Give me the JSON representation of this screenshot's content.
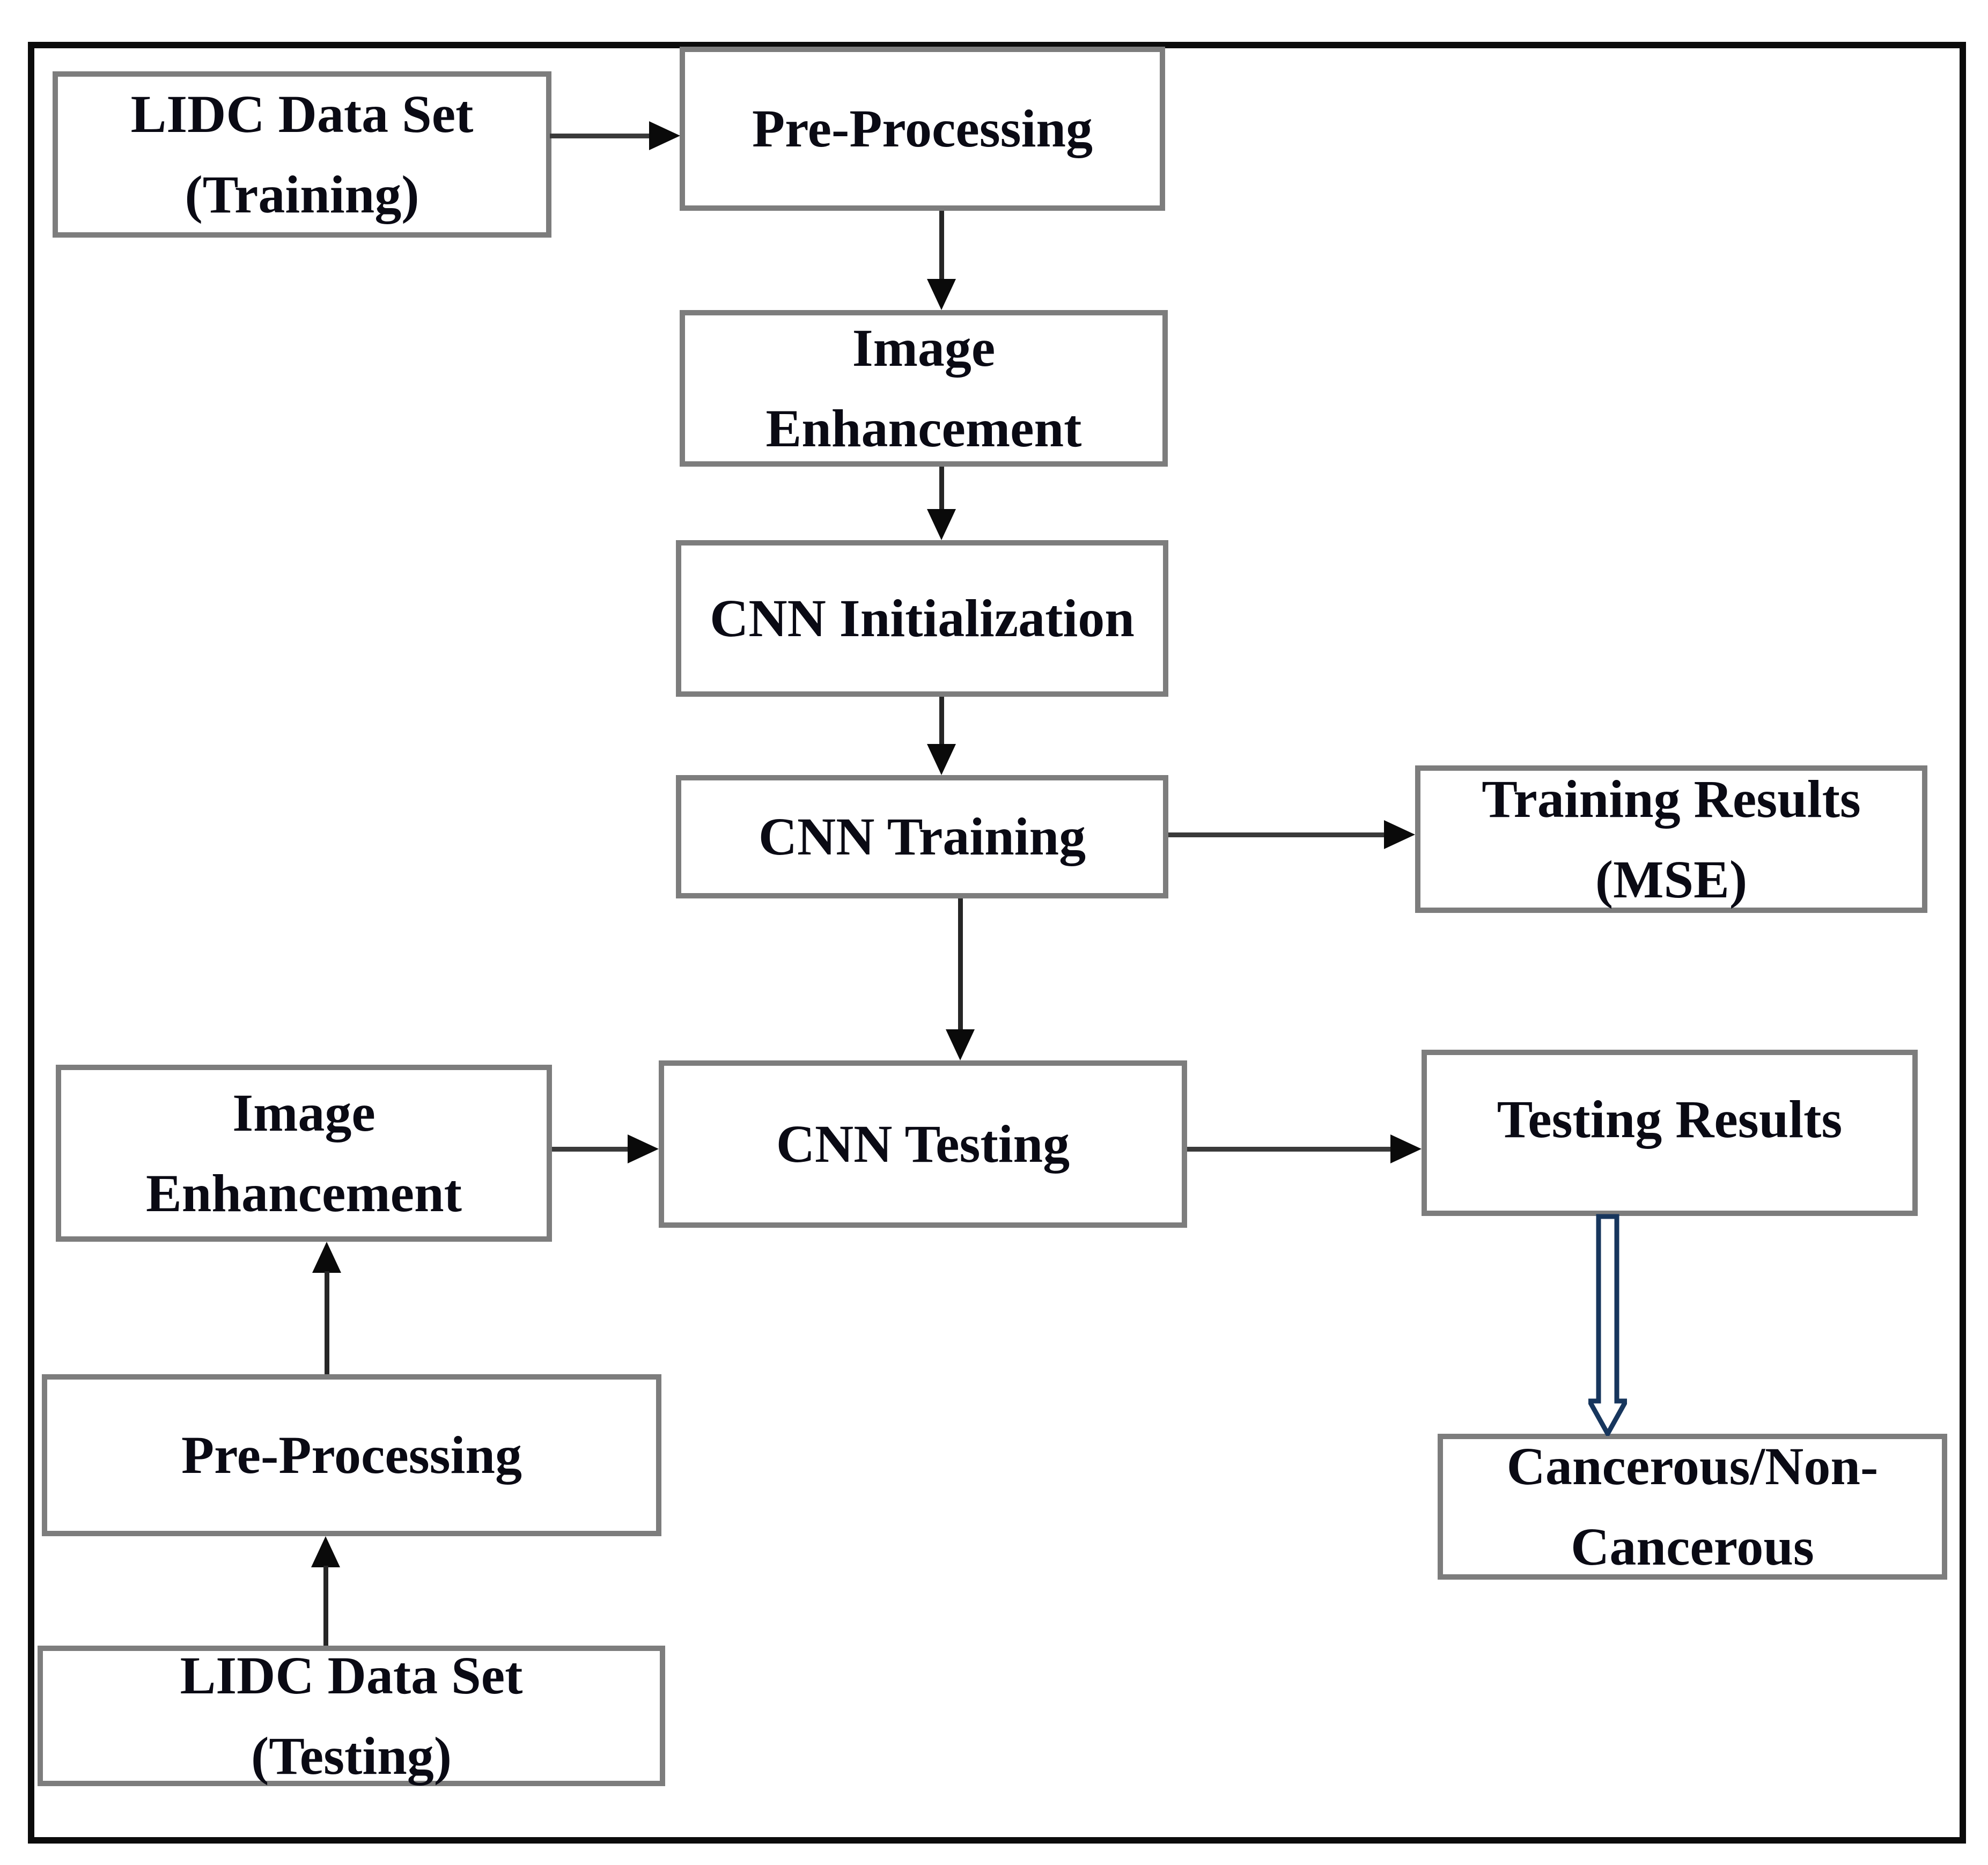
{
  "diagram": {
    "type": "flowchart",
    "title": "CNN based lung nodule classification pipeline (LIDC data set)",
    "nodes": {
      "lidc_training": {
        "line1": "LIDC Data Set",
        "line2": "(Training)"
      },
      "preprocessing_top": {
        "line1": "Pre-Processing"
      },
      "image_enhancement_mid": {
        "line1": "Image",
        "line2": "Enhancement"
      },
      "cnn_initialization": {
        "line1": "CNN Initialization"
      },
      "cnn_training": {
        "line1": "CNN Training"
      },
      "training_results": {
        "line1": "Training Results",
        "line2": "(MSE)"
      },
      "cnn_testing": {
        "line1": "CNN Testing"
      },
      "image_enhancement_left": {
        "line1": "Image",
        "line2": "Enhancement"
      },
      "preprocessing_left": {
        "line1": "Pre-Processing"
      },
      "lidc_testing": {
        "line1": "LIDC Data Set",
        "line2": "(Testing)"
      },
      "testing_results": {
        "line1": "Testing Results"
      },
      "cancerous_result": {
        "line1": "Cancerous/Non-",
        "line2": "Cancerous"
      }
    },
    "connections": [
      {
        "from": "lidc_training",
        "to": "preprocessing_top",
        "style": "arrow"
      },
      {
        "from": "preprocessing_top",
        "to": "image_enhancement_mid",
        "style": "arrow"
      },
      {
        "from": "image_enhancement_mid",
        "to": "cnn_initialization",
        "style": "arrow"
      },
      {
        "from": "cnn_initialization",
        "to": "cnn_training",
        "style": "arrow"
      },
      {
        "from": "cnn_training",
        "to": "training_results",
        "style": "arrow"
      },
      {
        "from": "cnn_training",
        "to": "cnn_testing",
        "style": "arrow"
      },
      {
        "from": "lidc_testing",
        "to": "preprocessing_left",
        "style": "arrow"
      },
      {
        "from": "preprocessing_left",
        "to": "image_enhancement_left",
        "style": "arrow"
      },
      {
        "from": "image_enhancement_left",
        "to": "cnn_testing",
        "style": "arrow"
      },
      {
        "from": "cnn_testing",
        "to": "testing_results",
        "style": "arrow"
      },
      {
        "from": "testing_results",
        "to": "cancerous_result",
        "style": "block-arrow"
      }
    ],
    "colors": {
      "background": "#ffffff",
      "outer_border": "#0b0b0b",
      "box_border": "#7d7d7d",
      "text": "#0a0a14",
      "connector_line": "#3a3a3a",
      "arrowhead": "#0a0a0a",
      "block_arrow_outline": "#17365d",
      "block_arrow_fill": "#ffffff"
    }
  }
}
